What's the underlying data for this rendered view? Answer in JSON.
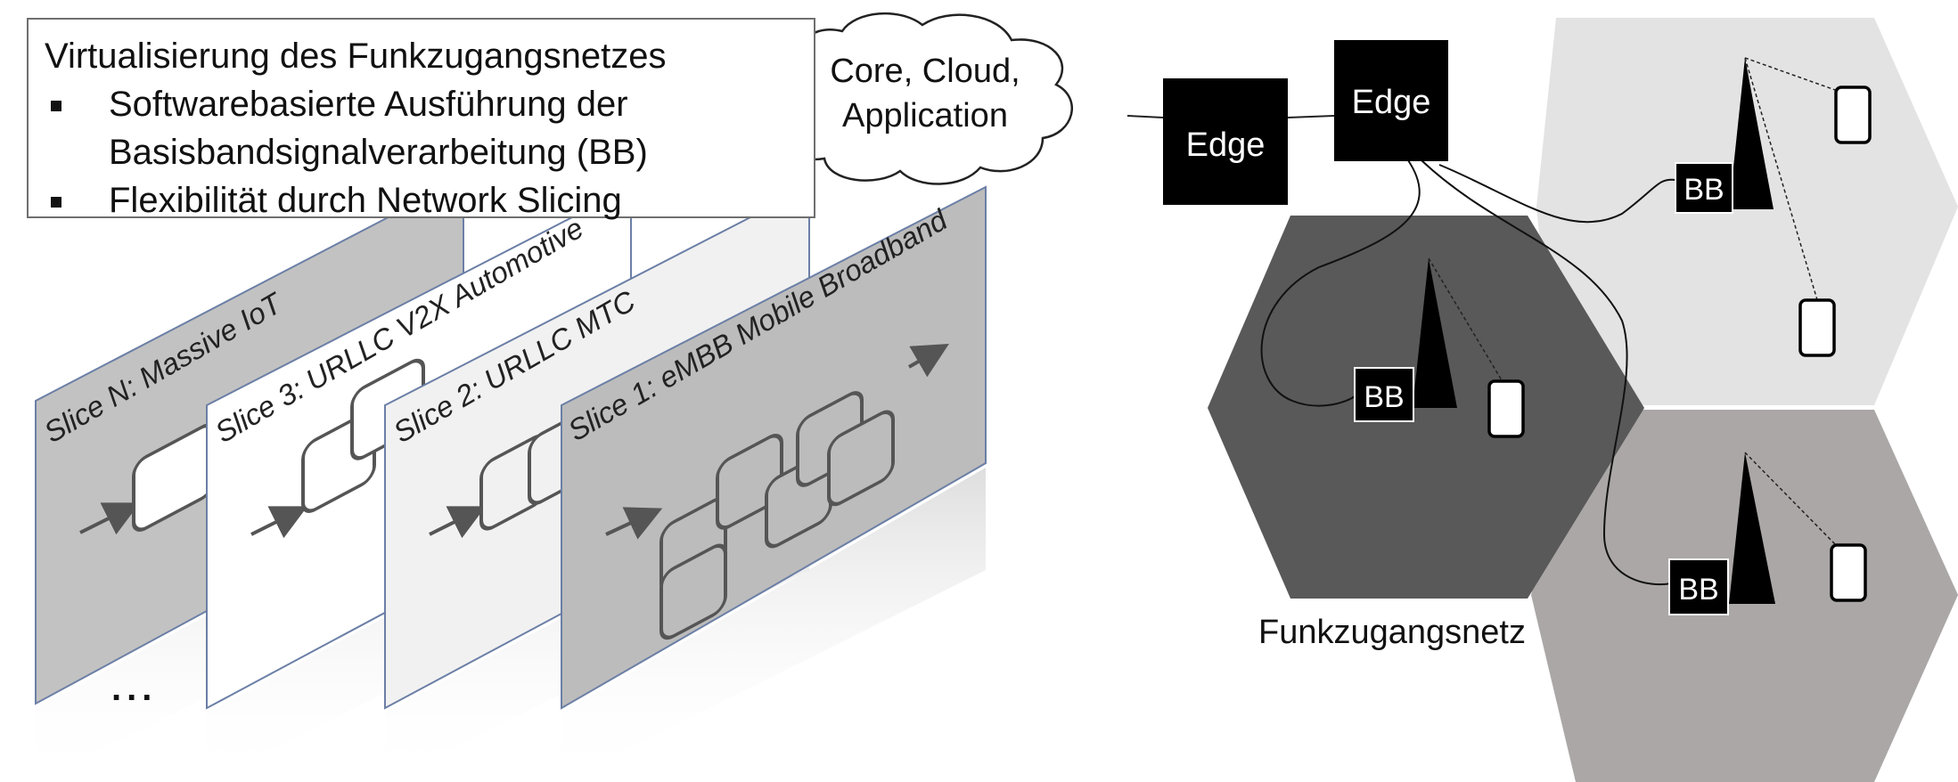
{
  "info_box": {
    "title": "Virtualisierung des Funkzugangsnetzes",
    "bullets": [
      "Softwarebasierte Ausführung der",
      "Flexibilität durch Network Slicing"
    ],
    "bullet_continuation": "Basisbandsignalverarbeitung (BB)"
  },
  "cloud": {
    "line1": "Core, Cloud,",
    "line2": "Application"
  },
  "edge_nodes": [
    "Edge",
    "Edge"
  ],
  "slices": [
    {
      "label": "Slice N: Massive IoT"
    },
    {
      "label": "Slice 3: URLLC V2X Automotive"
    },
    {
      "label": "Slice 2: URLLC MTC"
    },
    {
      "label": "Slice 1: eMBB Mobile Broadband"
    }
  ],
  "ellipsis": "...",
  "bb_label": "BB",
  "network_label": "Funkzugangsnetz",
  "colors": {
    "dark_cell": "#595959",
    "light_cell": "#e3e3e3",
    "mid_cell": "#aba7a6",
    "slice_grey": "#c2c2c2",
    "slice_white": "#ffffff",
    "slice_light": "#f1f1f1",
    "slice_mid": "#bcbcbc",
    "node_black": "#000000"
  }
}
